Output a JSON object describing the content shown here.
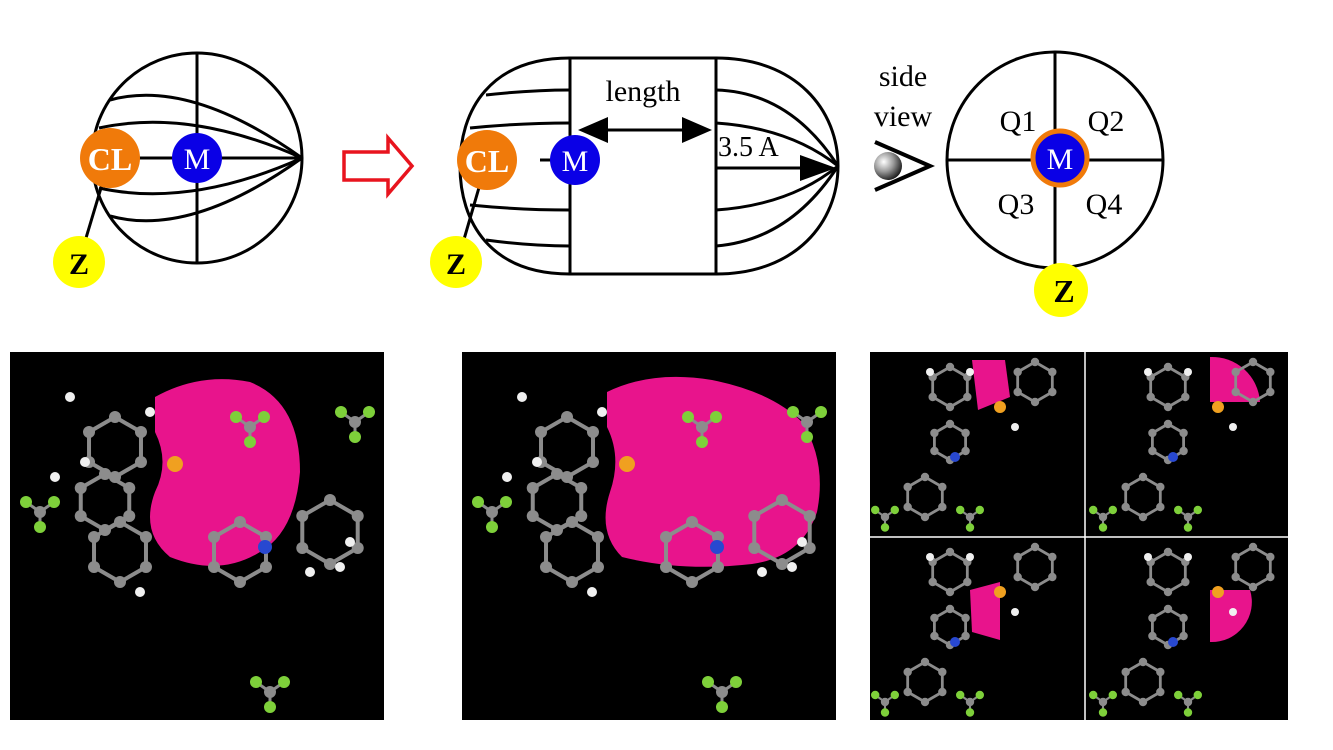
{
  "schematic": {
    "sphere": {
      "cl_label": "CL",
      "m_label": "M",
      "z_label": "Z"
    },
    "capsule": {
      "cl_label": "CL",
      "m_label": "M",
      "z_label": "Z",
      "length_label": "length",
      "radius_label": "3.5 A"
    },
    "side_view": {
      "caption_line1": "side",
      "caption_line2": "view",
      "m_label": "M",
      "z_label": "Z",
      "quadrants": [
        "Q1",
        "Q2",
        "Q3",
        "Q4"
      ]
    }
  },
  "colors": {
    "cl_atom": "#f07a0a",
    "m_atom": "#0a00e6",
    "z_atom": "#ffff00",
    "arrow": "#e8141e",
    "volume": "#e8148c",
    "carbon": "#8c8c8c",
    "hydrogen": "#f0f0f0",
    "fluorine": "#7ed03a",
    "nitrogen": "#2848d0",
    "phosphorus": "#f0a020"
  },
  "icons": {
    "transform_arrow": "right-arrow-outline-icon",
    "eye": "eye-icon"
  }
}
